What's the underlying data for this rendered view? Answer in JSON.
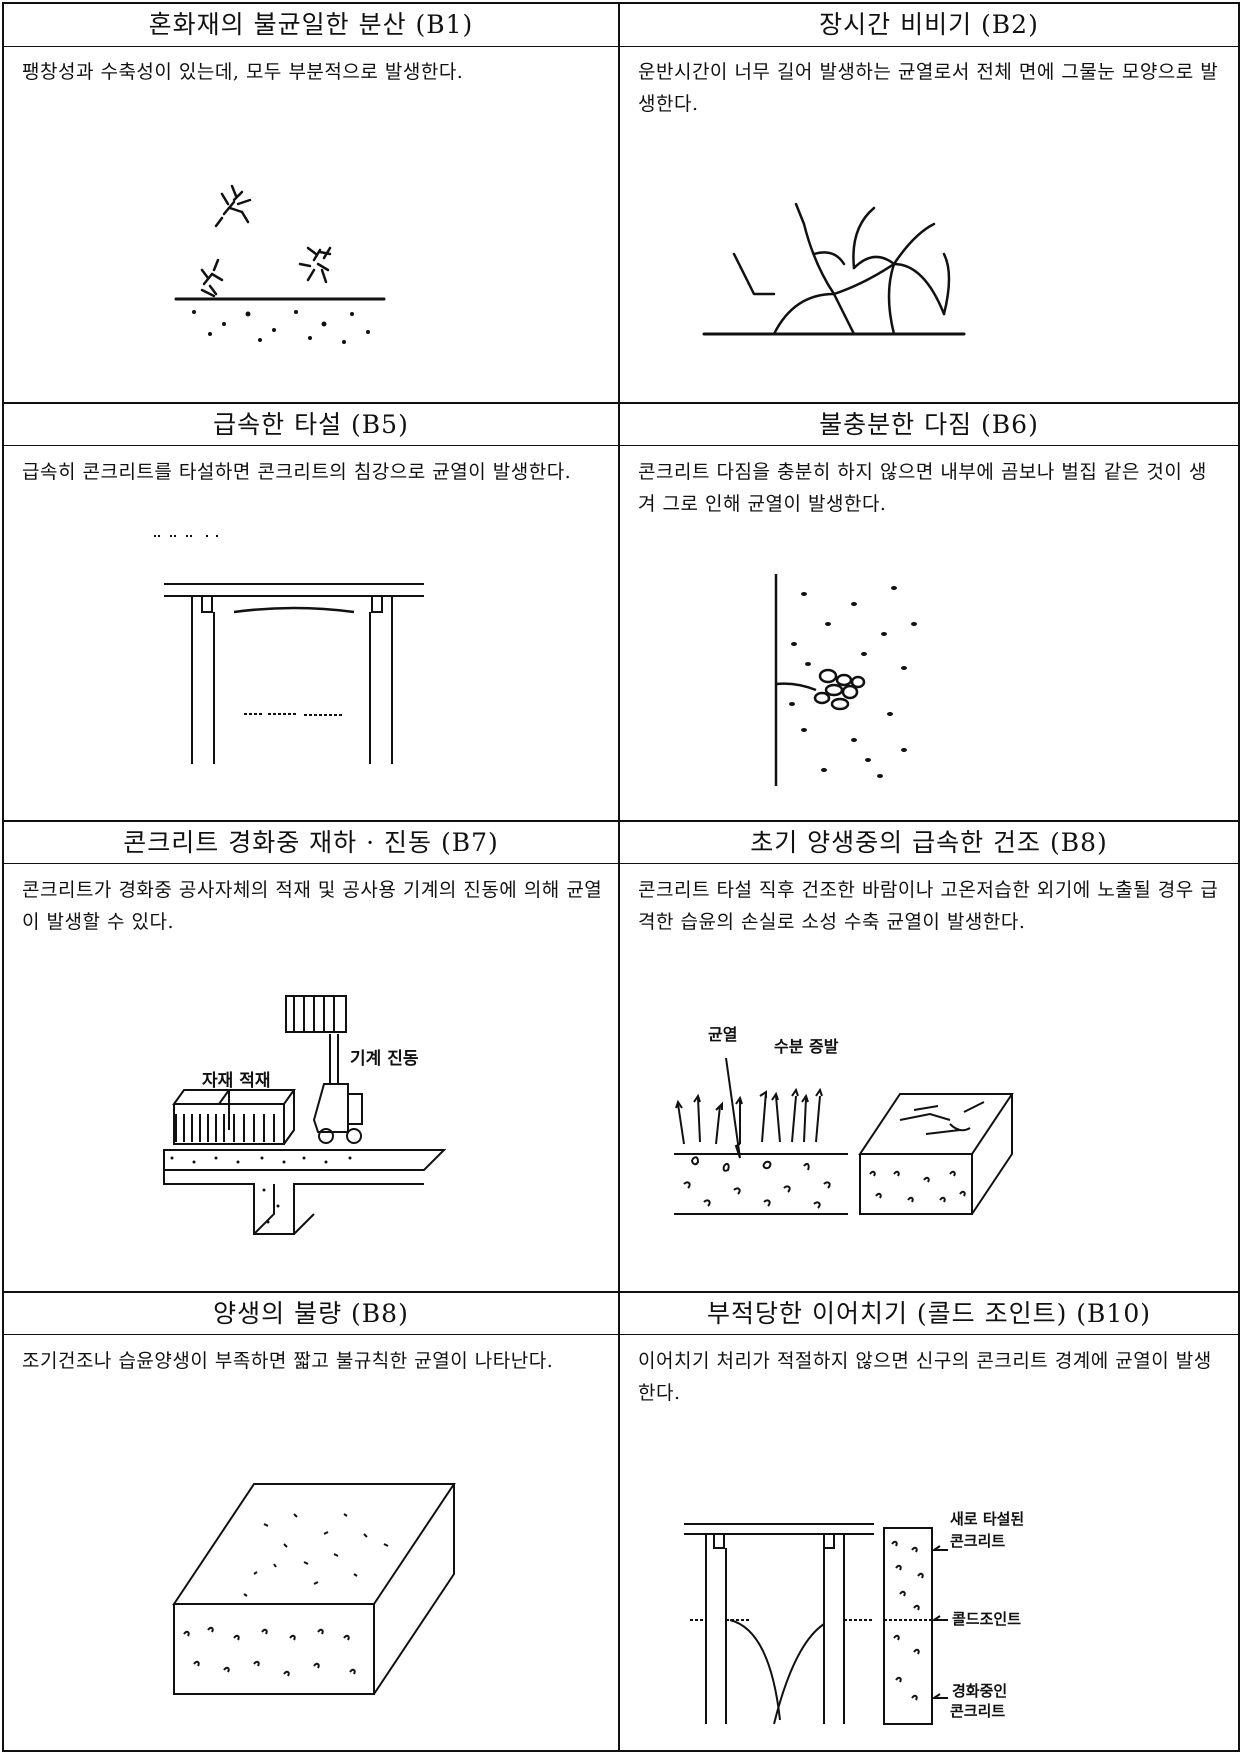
{
  "cells": [
    {
      "title": "혼화재의 불균일한 분산 (B1)",
      "desc": "팽창성과 수축성이 있는데, 모두 부분적으로 발생한다."
    },
    {
      "title": "장시간 비비기 (B2)",
      "desc": "운반시간이 너무 길어 발생하는 균열로서 전체 면에 그물눈 모양으로 발생한다."
    },
    {
      "title": "급속한 타설 (B5)",
      "desc": "급속히 콘크리트를 타설하면 콘크리트의 침강으로 균열이 발생한다."
    },
    {
      "title": "불충분한 다짐 (B6)",
      "desc": "콘크리트 다짐을 충분히 하지 않으면 내부에 곰보나 벌집 같은 것이 생겨 그로 인해 균열이 발생한다."
    },
    {
      "title": "콘크리트 경화중 재하 · 진동 (B7)",
      "desc": "콘크리트가 경화중 공사자체의 적재 및 공사용 기계의 진동에 의해 균열이 발생할 수 있다."
    },
    {
      "title": "초기 양생중의 급속한 건조 (B8)",
      "desc": "콘크리트 타설 직후 건조한 바람이나 고온저습한 외기에 노출될 경우 급격한 습윤의 손실로 소성 수축 균열이 발생한다."
    },
    {
      "title": "양생의 불량 (B8)",
      "desc": "조기건조나 습윤양생이 부족하면 짧고 불규칙한 균열이 나타난다."
    },
    {
      "title": "부적당한 이어치기 (콜드 조인트) (B10)",
      "desc": "이어치기 처리가 적절하지 않으면 신구의 콘크리트 경계에 균열이 발생한다."
    }
  ],
  "labels": {
    "b7_material": "자재 적재",
    "b7_machine": "기계 진동",
    "b8_crack": "균열",
    "b8_evap": "수분 증발",
    "b10_new_1": "새로 타설된",
    "b10_new_2": "콘크리트",
    "b10_cold": "콜드조인트",
    "b10_old_1": "경화중인",
    "b10_old_2": "콘크리트"
  }
}
